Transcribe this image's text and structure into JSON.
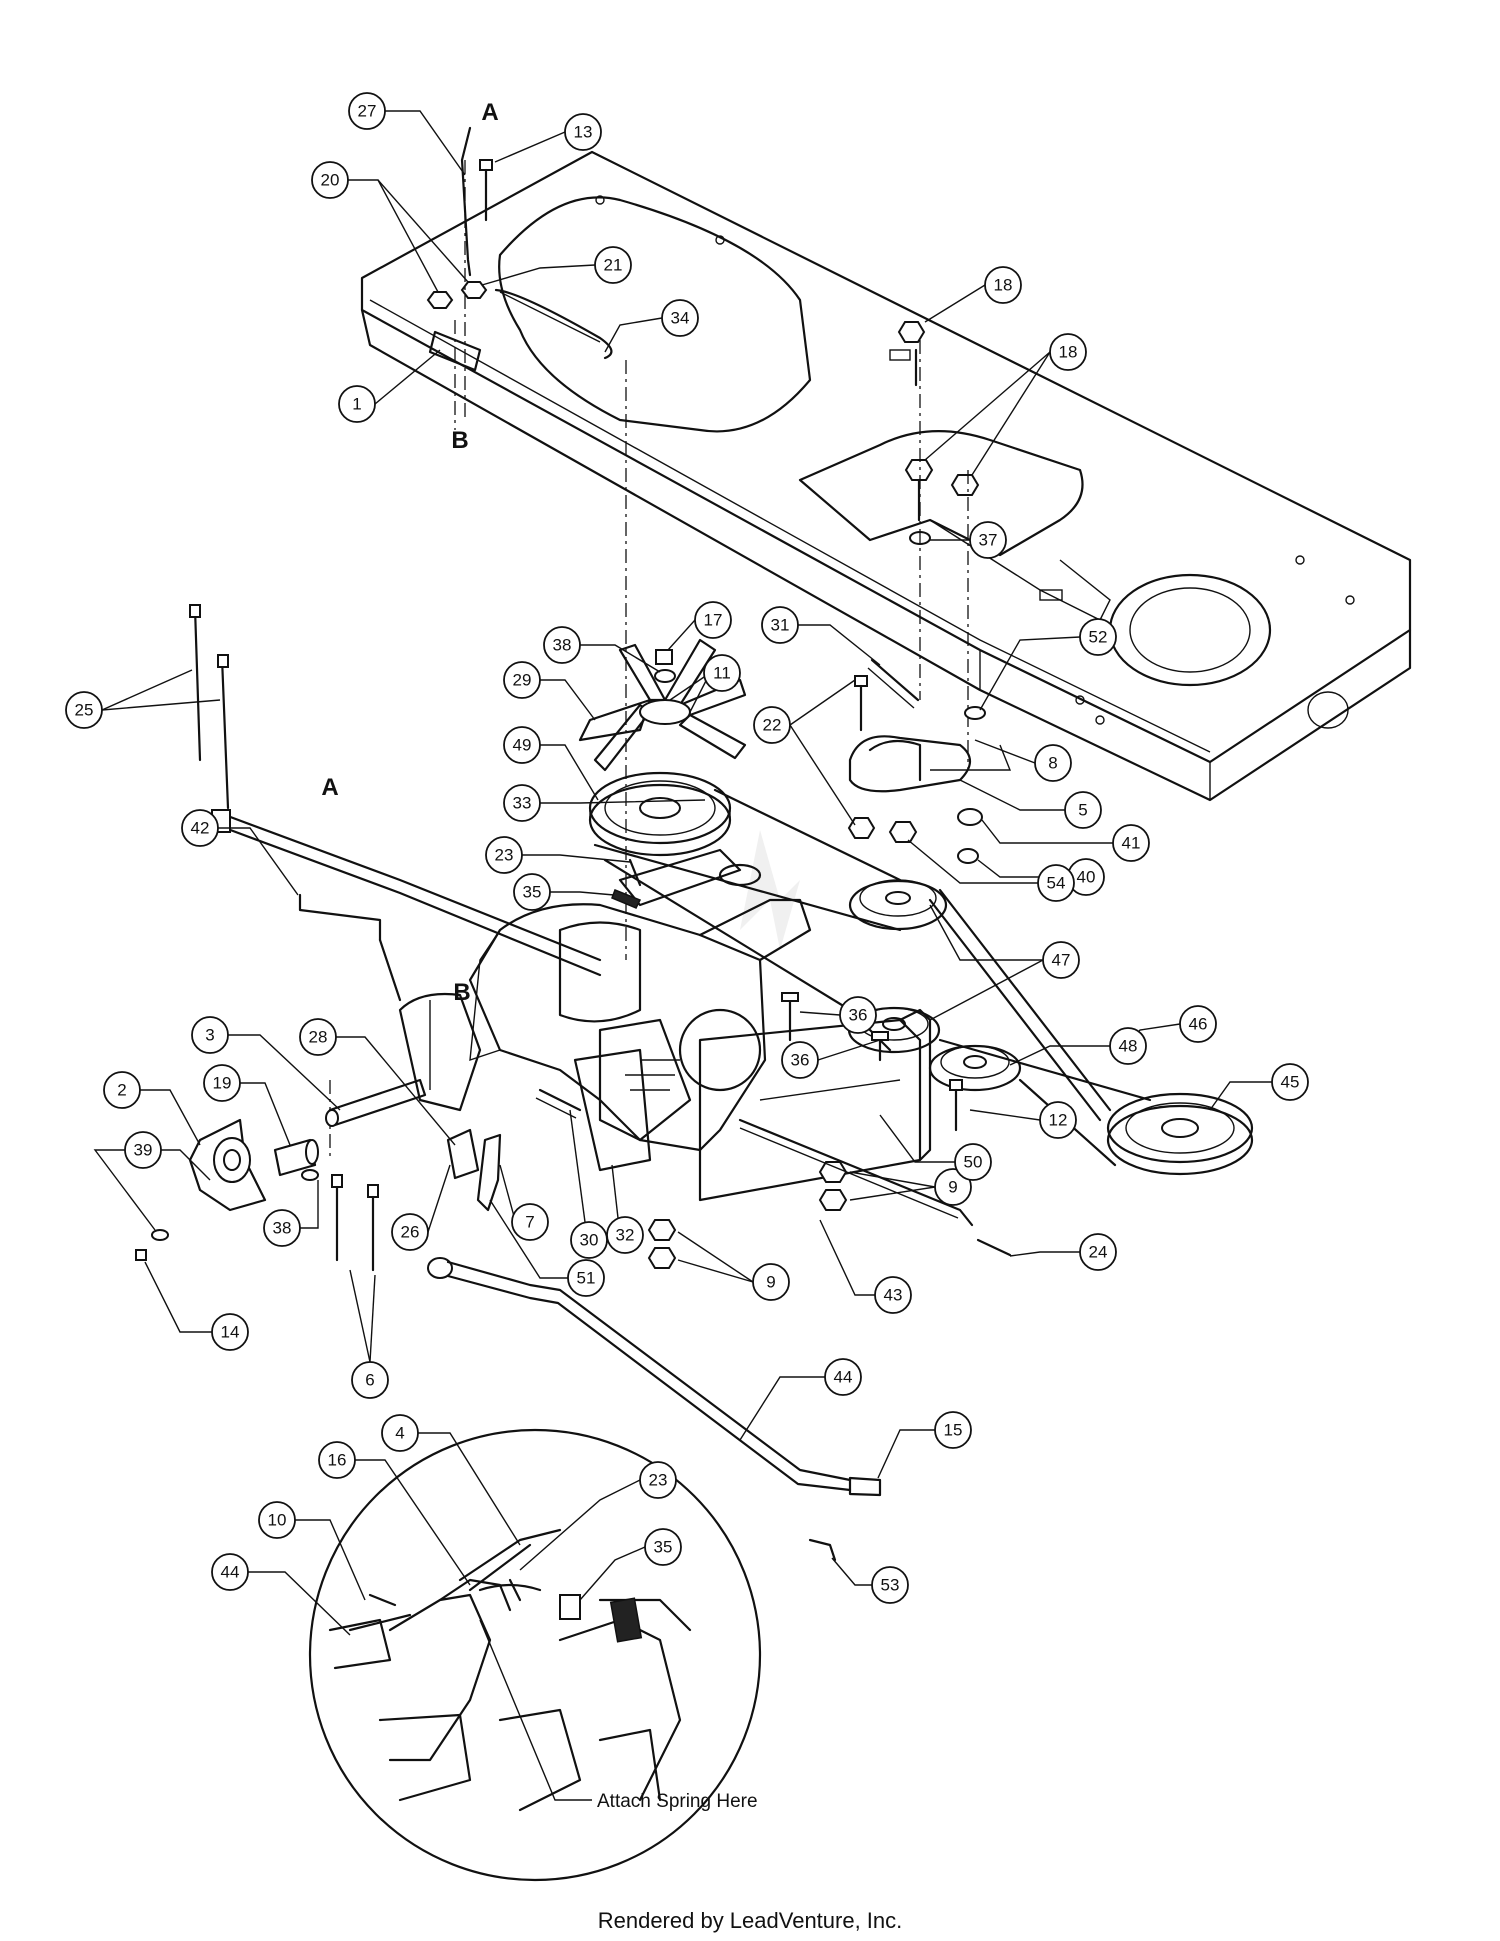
{
  "callouts": [
    "1",
    "2",
    "3",
    "4",
    "5",
    "6",
    "7",
    "8",
    "9",
    "9",
    "10",
    "11",
    "12",
    "13",
    "14",
    "15",
    "16",
    "17",
    "18",
    "18",
    "19",
    "20",
    "21",
    "22",
    "23",
    "23",
    "24",
    "25",
    "26",
    "27",
    "28",
    "29",
    "30",
    "31",
    "32",
    "33",
    "34",
    "35",
    "35",
    "36",
    "36",
    "37",
    "38",
    "38",
    "39",
    "40",
    "41",
    "42",
    "43",
    "44",
    "44",
    "45",
    "46",
    "47",
    "48",
    "49",
    "50",
    "51",
    "52",
    "53",
    "54"
  ],
  "reference_letters": [
    "A",
    "A",
    "B",
    "B"
  ],
  "detail_note": "Attach Spring Here",
  "footer": "Rendered by LeadVenture, Inc."
}
